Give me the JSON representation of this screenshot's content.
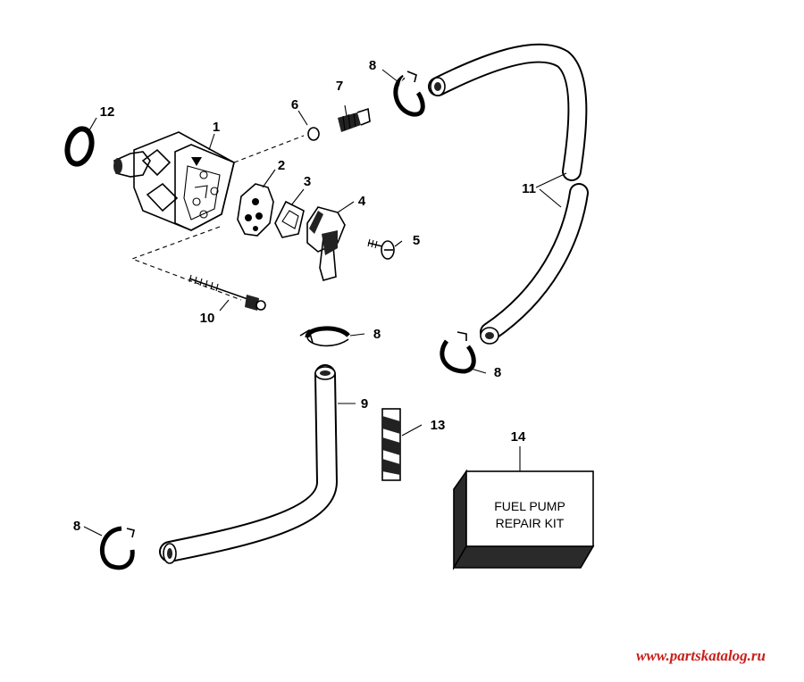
{
  "callouts": {
    "c1": "1",
    "c2": "2",
    "c3": "3",
    "c4": "4",
    "c5": "5",
    "c6": "6",
    "c7": "7",
    "c8_top": "8",
    "c8_mid": "8",
    "c8_right": "8",
    "c8_left": "8",
    "c9": "9",
    "c10": "10",
    "c11": "11",
    "c12": "12",
    "c13": "13",
    "c14": "14"
  },
  "kit_box": {
    "line1": "FUEL PUMP",
    "line2": "REPAIR KIT"
  },
  "watermark": "www.partskatalog.ru",
  "colors": {
    "ink": "#000000",
    "watermark": "#c8201c",
    "kit_front": "#ffffff",
    "kit_side": "#2a2a2a"
  }
}
